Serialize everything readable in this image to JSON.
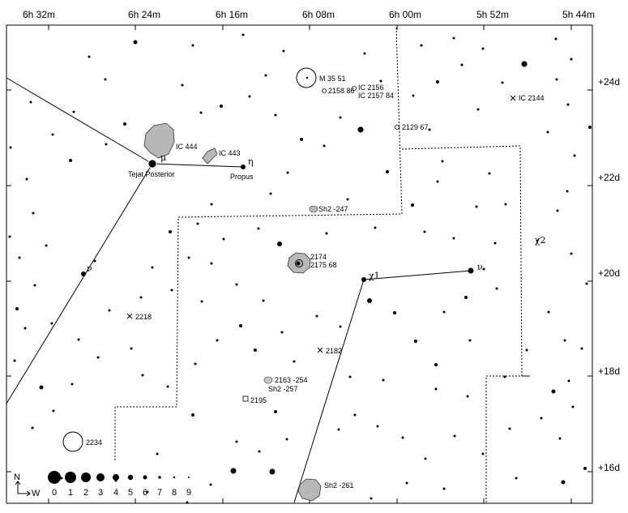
{
  "ra_ticks": [
    {
      "label": "6h 32m",
      "ra": 6.5333
    },
    {
      "label": "6h 24m",
      "ra": 6.4
    },
    {
      "label": "6h 16m",
      "ra": 6.2667
    },
    {
      "label": "6h 08m",
      "ra": 6.1333
    },
    {
      "label": "6h 00m",
      "ra": 6.0
    },
    {
      "label": "5h 52m",
      "ra": 5.8667
    },
    {
      "label": "5h 44m",
      "ra": 5.7333
    }
  ],
  "dec_ticks": [
    {
      "label": "+24d",
      "dec": 24
    },
    {
      "label": "+22d",
      "dec": 22
    },
    {
      "label": "+20d",
      "dec": 20
    },
    {
      "label": "+18d",
      "dec": 18
    },
    {
      "label": "+16d",
      "dec": 16
    }
  ],
  "labels": {
    "m35": "M 35 51",
    "ngc2158": "2158 86",
    "ic2156": "IC 2156",
    "ic2157": "IC 2157 84",
    "ic2144": "IC 2144",
    "ngc2129": "2129 67",
    "ic444": "IC 444",
    "ic443": "IC 443",
    "tejat": "Tejat Posterior",
    "propus": "Propus",
    "sh2_247": "Sh2 -247",
    "ngc2174": "2174",
    "ngc2175": "2175 68",
    "ngc2218": "2218",
    "ngc2182": "2182",
    "ngc2163": "2163 -254",
    "sh2_257": "Sh2 -257",
    "ngc2195": "2195",
    "ngc2234": "2234",
    "sh2_261": "Sh2 -261",
    "mu_gem": "μ",
    "eta_gem": "η",
    "nu_gem": "ν",
    "nu_ori": "ν",
    "chi1_ori": "χ1",
    "chi2_ori": "χ2",
    "compass_n": "N",
    "compass_w": "W"
  },
  "mag_legend": [
    "0",
    "1",
    "2",
    "3",
    "4",
    "5",
    "6",
    "7",
    "8",
    "9"
  ]
}
